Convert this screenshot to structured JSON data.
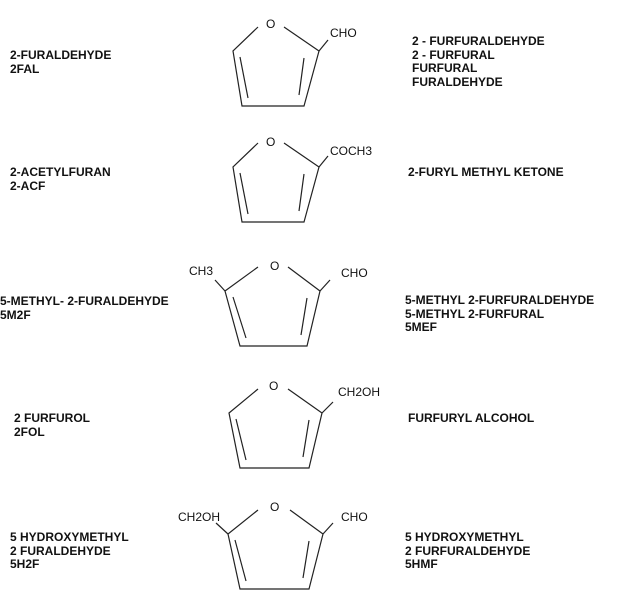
{
  "compounds": [
    {
      "left_names": [
        "2-FURALDEHYDE",
        "2FAL"
      ],
      "right_names": [
        "2 - FURFURALDEHYDE",
        "2 - FURFURAL",
        "FURFURAL",
        "FURALDEHYDE"
      ],
      "atom_o": "O",
      "substituent_2": "CHO",
      "substituent_5": ""
    },
    {
      "left_names": [
        "2-ACETYLFURAN",
        "2-ACF"
      ],
      "right_names": [
        "2-FURYL METHYL KETONE"
      ],
      "atom_o": "O",
      "substituent_2": "COCH3",
      "substituent_5": ""
    },
    {
      "left_names": [
        "5-METHYL- 2-FURALDEHYDE",
        "5M2F"
      ],
      "right_names": [
        "5-METHYL 2-FURFURALDEHYDE",
        "5-METHYL 2-FURFURAL",
        "5MEF"
      ],
      "atom_o": "O",
      "substituent_2": "CHO",
      "substituent_5": "CH3"
    },
    {
      "left_names": [
        "2 FURFUROL",
        "2FOL"
      ],
      "right_names": [
        "FURFURYL ALCOHOL"
      ],
      "atom_o": "O",
      "substituent_2": "CH2OH",
      "substituent_5": ""
    },
    {
      "left_names": [
        "5 HYDROXYMETHYL",
        "2 FURALDEHYDE",
        "5H2F"
      ],
      "right_names": [
        "5 HYDROXYMETHYL",
        "2 FURFURALDEHYDE",
        "5HMF"
      ],
      "atom_o": "O",
      "substituent_2": "CHO",
      "substituent_5": "CH2OH"
    }
  ]
}
